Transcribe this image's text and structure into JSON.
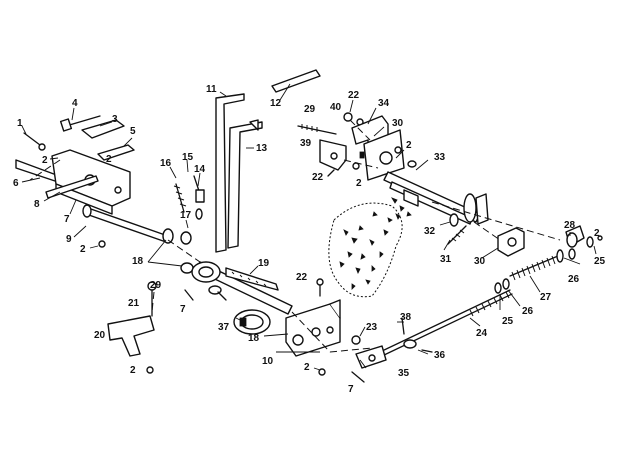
{
  "callouts": [
    {
      "label": "1"
    },
    {
      "label": "2"
    },
    {
      "label": "3"
    },
    {
      "label": "4"
    },
    {
      "label": "5"
    },
    {
      "label": "6"
    },
    {
      "label": "7"
    },
    {
      "label": "8"
    },
    {
      "label": "9"
    },
    {
      "label": "2"
    },
    {
      "label": "2"
    },
    {
      "label": "16"
    },
    {
      "label": "15"
    },
    {
      "label": "14"
    },
    {
      "label": "17"
    },
    {
      "label": "18"
    },
    {
      "label": "7"
    },
    {
      "label": "29"
    },
    {
      "label": "21"
    },
    {
      "label": "20"
    },
    {
      "label": "2"
    },
    {
      "label": "11"
    },
    {
      "label": "13"
    },
    {
      "label": "12"
    },
    {
      "label": "19"
    },
    {
      "label": "37"
    },
    {
      "label": "18"
    },
    {
      "label": "10"
    },
    {
      "label": "22"
    },
    {
      "label": "2"
    },
    {
      "label": "23"
    },
    {
      "label": "38"
    },
    {
      "label": "35"
    },
    {
      "label": "7"
    },
    {
      "label": "36"
    },
    {
      "label": "29"
    },
    {
      "label": "39"
    },
    {
      "label": "22"
    },
    {
      "label": "2"
    },
    {
      "label": "40"
    },
    {
      "label": "22"
    },
    {
      "label": "34"
    },
    {
      "label": "30"
    },
    {
      "label": "2"
    },
    {
      "label": "33"
    },
    {
      "label": "32"
    },
    {
      "label": "31"
    },
    {
      "label": "30"
    },
    {
      "label": "28"
    },
    {
      "label": "2"
    },
    {
      "label": "25"
    },
    {
      "label": "26"
    },
    {
      "label": "27"
    },
    {
      "label": "26"
    },
    {
      "label": "25"
    },
    {
      "label": "24"
    }
  ]
}
